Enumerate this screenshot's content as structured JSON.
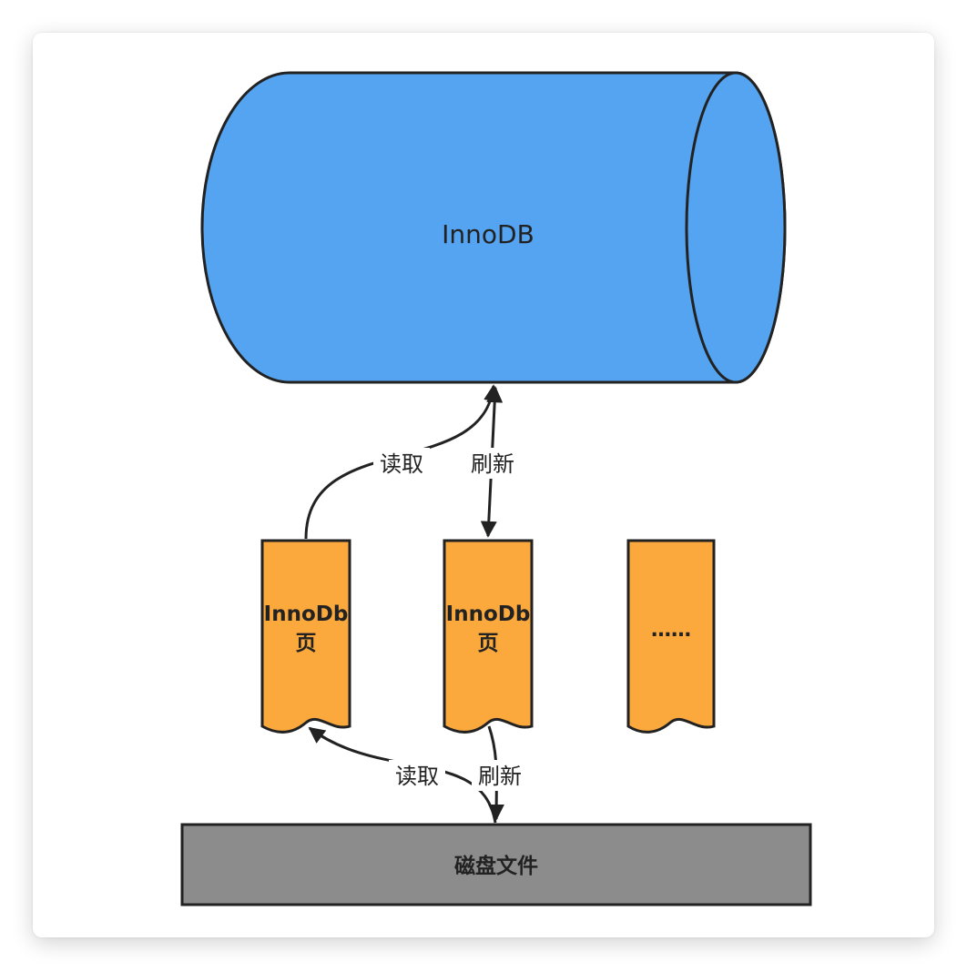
{
  "database": {
    "label": "InnoDB",
    "color": "#55a4f2"
  },
  "pages": [
    {
      "line1": "InnoDb",
      "line2": "页"
    },
    {
      "line1": "InnoDb",
      "line2": "页"
    },
    {
      "line1": "……",
      "line2": ""
    }
  ],
  "page_color": "#fba83d",
  "disk": {
    "label": "磁盘文件",
    "color": "#8c8c8c"
  },
  "edges": {
    "db_read": "读取",
    "db_flush": "刷新",
    "disk_read": "读取",
    "disk_flush": "刷新"
  }
}
